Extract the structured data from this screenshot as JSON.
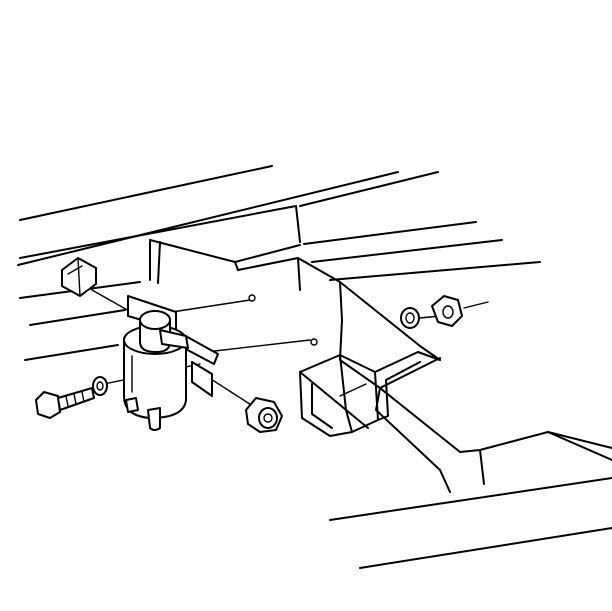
{
  "diagram": {
    "description_visible_text": [],
    "parts": [
      "fuel-filter",
      "mounting-bracket",
      "frame-rail",
      "bolt",
      "washer",
      "nut",
      "fuel-line-fitting"
    ]
  }
}
